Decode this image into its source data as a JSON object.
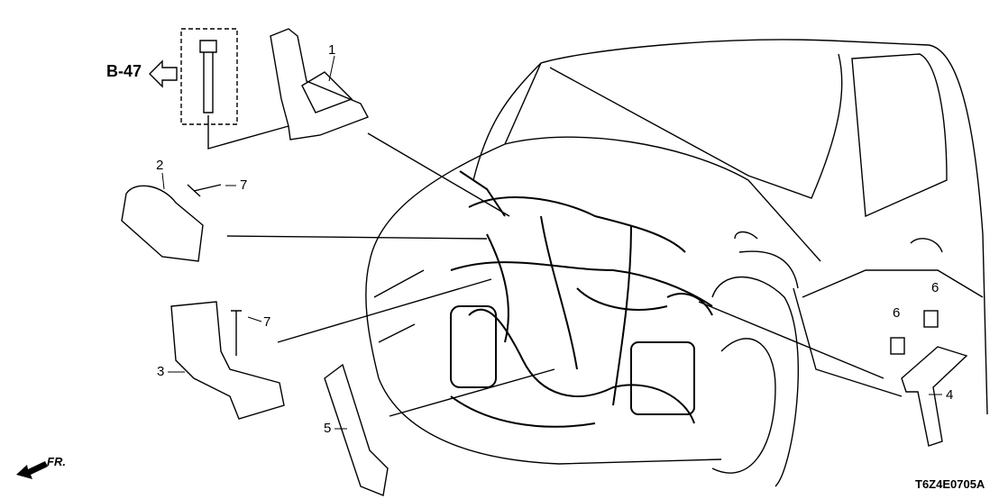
{
  "reference": "B-47",
  "callouts": [
    "1",
    "2",
    "3",
    "4",
    "5",
    "6",
    "6",
    "7",
    "7"
  ],
  "direction": "FR.",
  "diagram_code": "T6Z4E0705A",
  "icons": [
    "arrow-left-outline-icon",
    "front-arrow-icon"
  ]
}
